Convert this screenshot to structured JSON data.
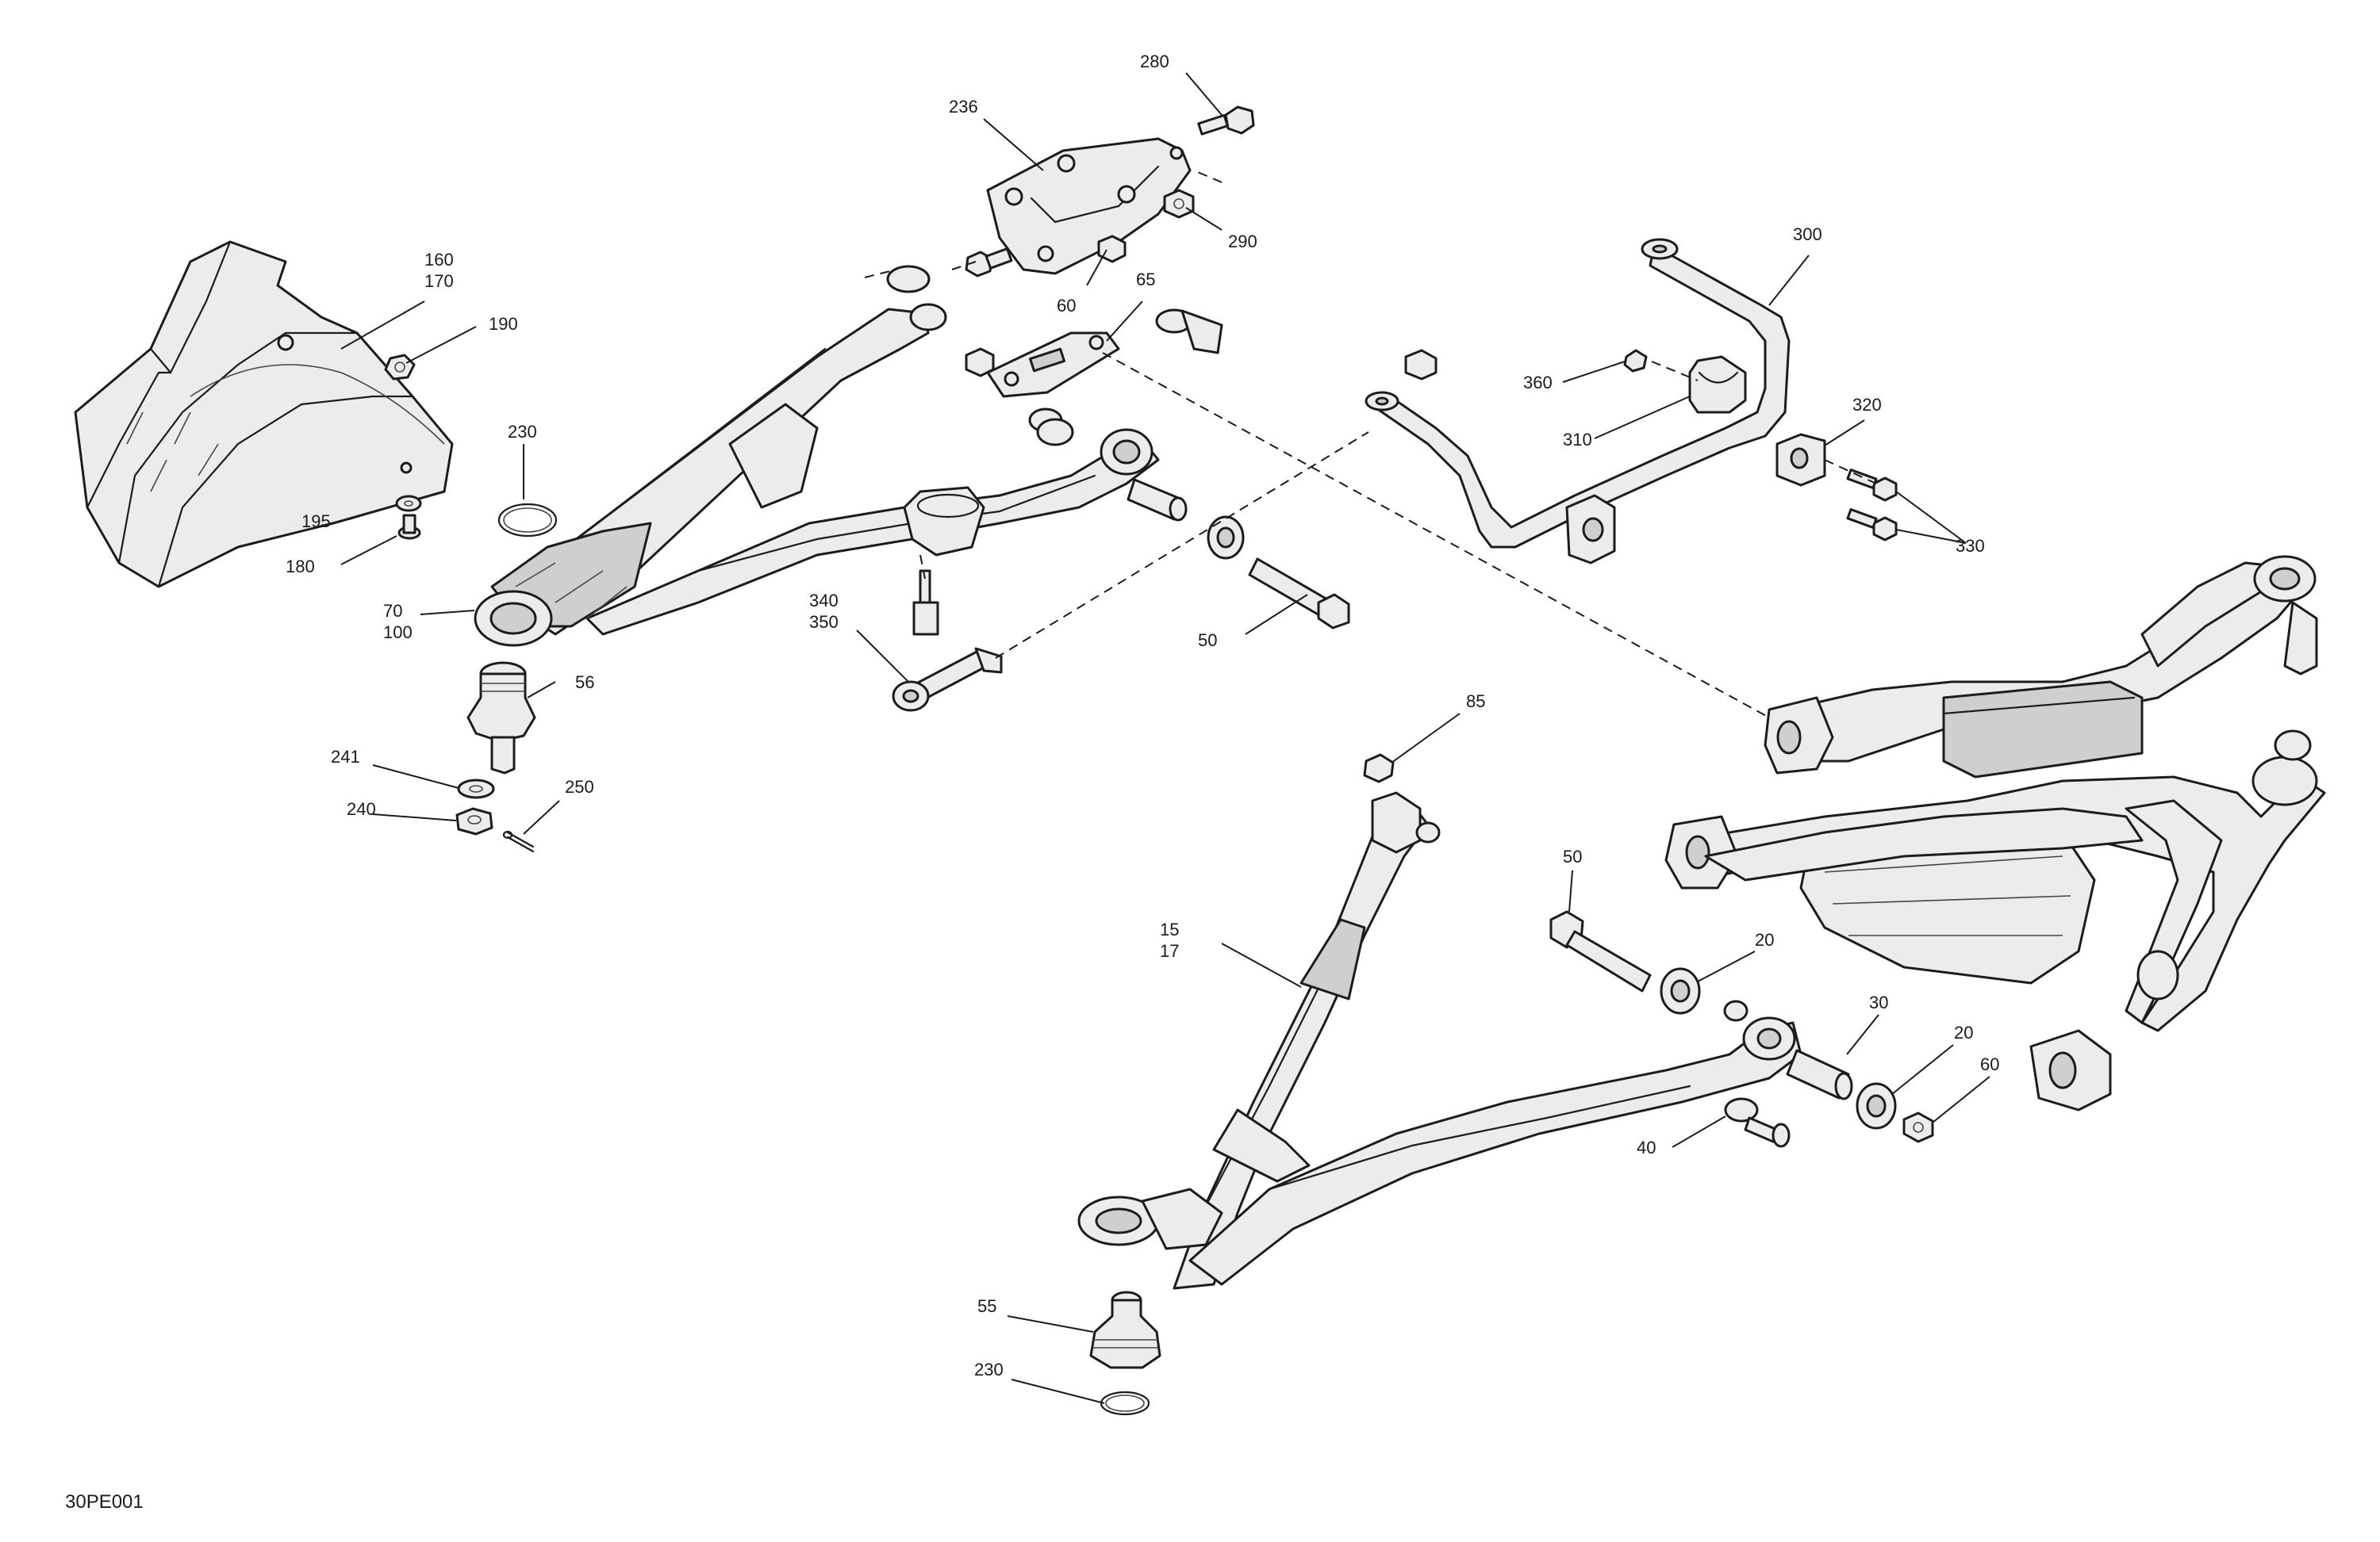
{
  "figure_id": "30PE001",
  "callouts": {
    "c280": "280",
    "c236": "236",
    "c290": "290",
    "c60a": "60",
    "c65": "65",
    "c160": "160",
    "c170": "170",
    "c190": "190",
    "c230a": "230",
    "c195": "195",
    "c180": "180",
    "c70": "70",
    "c100": "100",
    "c56": "56",
    "c241": "241",
    "c240": "240",
    "c250": "250",
    "c340": "340",
    "c350": "350",
    "c50a": "50",
    "c300": "300",
    "c360": "360",
    "c310": "310",
    "c320": "320",
    "c330": "330",
    "c85": "85",
    "c15": "15",
    "c17": "17",
    "c50b": "50",
    "c20a": "20",
    "c30": "30",
    "c20b": "20",
    "c60b": "60",
    "c40": "40",
    "c55": "55",
    "c230b": "230"
  }
}
